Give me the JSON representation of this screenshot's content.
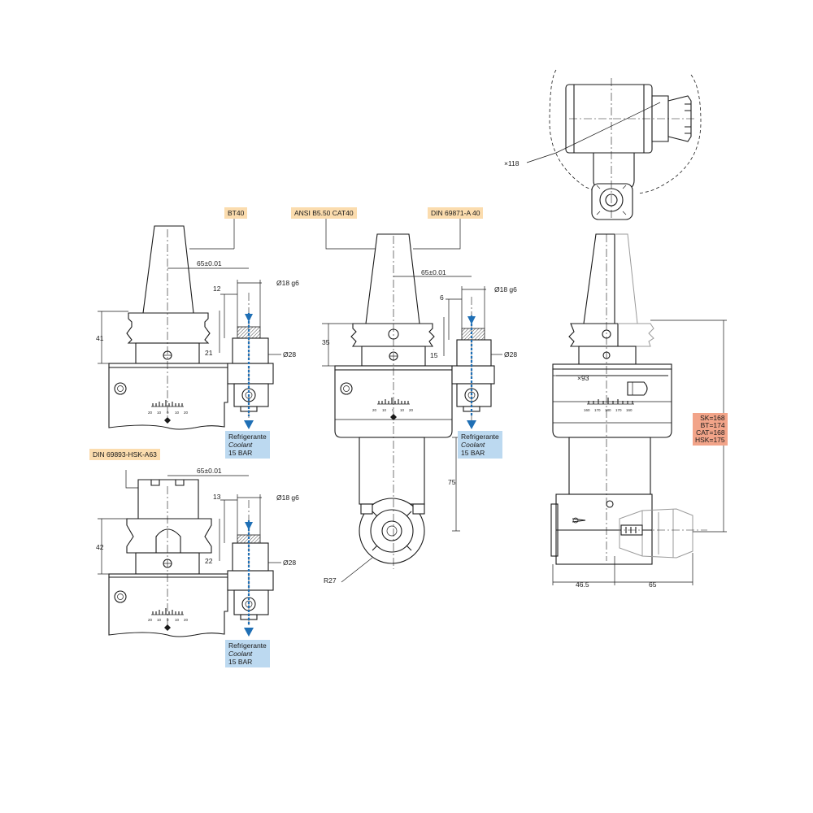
{
  "standards": {
    "bt40": "BT40",
    "ansi": "ANSI B5.50 CAT40",
    "din_a40": "DIN 69871-A 40",
    "hsk": "DIN 69893-HSK-A63"
  },
  "coolant": {
    "line1": "Refrigerante",
    "line2": "Coolant",
    "line3": "15 BAR"
  },
  "dimensions": {
    "offset": "65±0.01",
    "shank_dia": "Ø18 g6",
    "collar_dia": "Ø28",
    "d12": "12",
    "d21": "21",
    "d41": "41",
    "d6": "6",
    "d15": "15",
    "d35": "35",
    "d13": "13",
    "d22": "22",
    "d42": "42",
    "d75": "75",
    "r27": "R27",
    "d118": "×118",
    "d93": "×93",
    "d46": "46.5",
    "d65": "65"
  },
  "lengths": {
    "sk": "SK=168",
    "bt": "BT=174",
    "cat": "CAT=168",
    "hsk": "HSK=175"
  },
  "scales": {
    "small": [
      "20",
      "10",
      "0",
      "10",
      "20"
    ],
    "large": [
      "160",
      "170",
      "180",
      "170",
      "160"
    ]
  },
  "colors": {
    "standard_tag": "#fbdcae",
    "coolant_tag": "#bcd9f0",
    "length_tag": "#f2a489",
    "coolant_flow": "#1f6fb5"
  }
}
